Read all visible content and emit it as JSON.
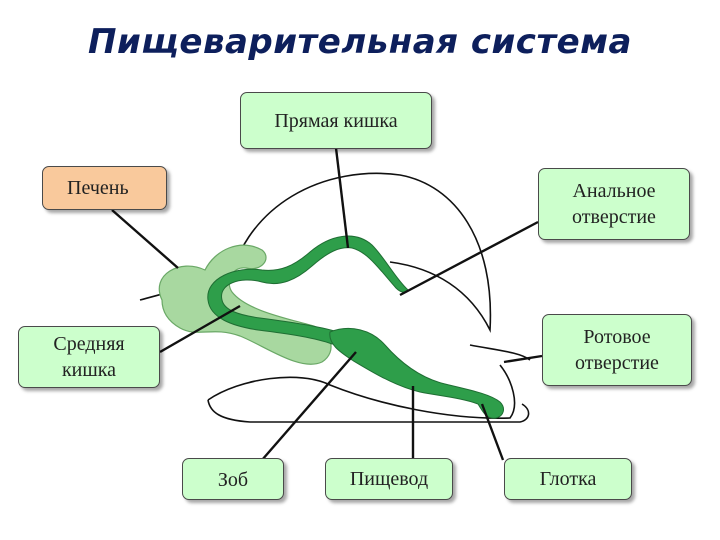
{
  "title": "Пищеварительная система",
  "labels": {
    "rectum": "Прямая кишка",
    "liver": "Печень",
    "anus": "Анальное отверстие",
    "midgut": "Средняя кишка",
    "mouth": "Ротовое отверстие",
    "crop": "Зоб",
    "esophagus": "Пищевод",
    "pharynx": "Глотка"
  },
  "colors": {
    "gut": "#2e9e4a",
    "liver": "#a8d8a0",
    "label_green": "#ccffcc",
    "label_orange": "#f9c99c",
    "title": "#0d1f5c"
  }
}
